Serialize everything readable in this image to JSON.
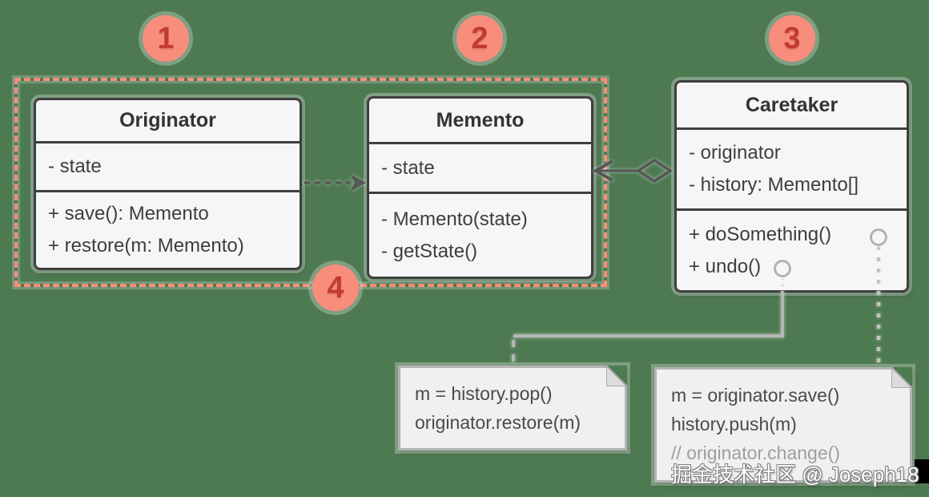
{
  "badges": [
    "1",
    "2",
    "3",
    "4"
  ],
  "classes": [
    {
      "name": "Originator",
      "attributes": [
        "- state"
      ],
      "methods": [
        "+ save(): Memento",
        "+ restore(m: Memento)"
      ]
    },
    {
      "name": "Memento",
      "attributes": [
        "- state"
      ],
      "methods": [
        "- Memento(state)",
        "- getState()"
      ]
    },
    {
      "name": "Caretaker",
      "attributes": [
        "- originator",
        "- history: Memento[]"
      ],
      "methods": [
        "+ doSomething()",
        "+ undo()"
      ]
    }
  ],
  "notes": [
    {
      "lines": [
        "m = history.pop()",
        "originator.restore(m)"
      ]
    },
    {
      "lines": [
        "m = originator.save()",
        "history.push(m)",
        "// originator.change()"
      ]
    }
  ],
  "watermark": "掘金技术社区 @ Joseph18",
  "icons": {
    "lollipop": "provided-interface-circle",
    "diamond": "aggregation-diamond",
    "fold": "note-folded-corner"
  },
  "colors": {
    "background": "#4e7a52",
    "badge_fill": "#f98d7c",
    "badge_number": "#c23b33",
    "frame_dash": "#ff8d77",
    "box_border": "#3f3f3f",
    "box_fill": "#f6f6f6",
    "text": "#3e3e3e",
    "note_fill": "#f0f0f0",
    "note_border": "#b3b3b3",
    "note_text": "#4a4a4a",
    "note_muted": "#9e9e9e",
    "connector": "#b5b5b5",
    "arrow": "#575757"
  }
}
